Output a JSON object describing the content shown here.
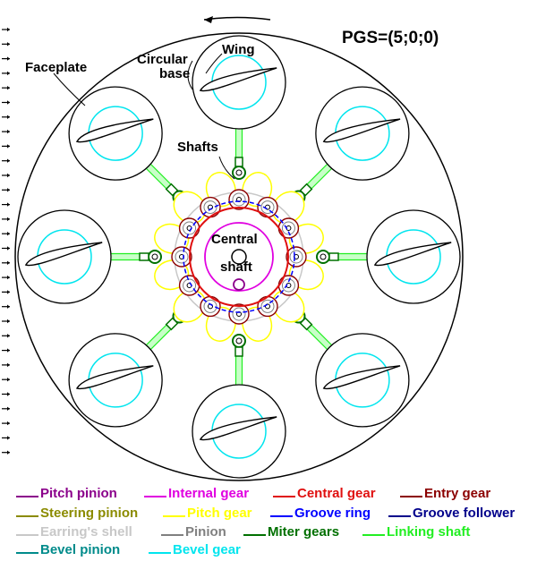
{
  "title": "PGS=(5;0;0)",
  "labels": {
    "faceplate": "Faceplate",
    "circular_base_1": "Circular",
    "circular_base_2": "base",
    "wing": "Wing",
    "shafts": "Shafts",
    "central_1": "Central",
    "central_2": "shaft"
  },
  "legend": [
    {
      "name": "Pitch pinion",
      "color": "#8b008b"
    },
    {
      "name": "Internal gear",
      "color": "#e000e0"
    },
    {
      "name": "Central gear",
      "color": "#e01010"
    },
    {
      "name": "Entry gear",
      "color": "#8b0000"
    },
    {
      "name": "Steering pinion",
      "color": "#8b8b00"
    },
    {
      "name": "Pitch gear",
      "color": "#ffff00"
    },
    {
      "name": "Groove ring",
      "color": "#0000ff"
    },
    {
      "name": "Groove follower",
      "color": "#00008b"
    },
    {
      "name": "Earring's shell",
      "color": "#c8c8c8"
    },
    {
      "name": "Pinion",
      "color": "#808080"
    },
    {
      "name": "Miter gears",
      "color": "#007000"
    },
    {
      "name": "Linking shaft",
      "color": "#22ee22"
    },
    {
      "name": "Bevel pinion",
      "color": "#008b8b"
    },
    {
      "name": "Bevel gear",
      "color": "#00e5ee"
    }
  ],
  "colors": {
    "outline": "#000000",
    "wing_circle": "#00e5ee"
  }
}
